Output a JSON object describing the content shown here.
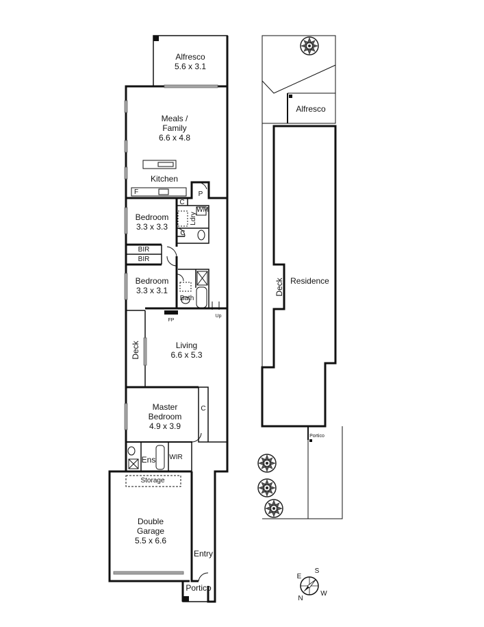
{
  "plan": {
    "rooms": {
      "alfresco": {
        "title": "Alfresco",
        "dims": "5.6 x 3.1"
      },
      "meals": {
        "title_1": "Meals /",
        "title_2": "Family",
        "dims": "6.6 x 4.8"
      },
      "kitchen": {
        "title": "Kitchen"
      },
      "fridge": {
        "title": "F"
      },
      "pantry": {
        "title": "P"
      },
      "cupboard_1": {
        "title": "C"
      },
      "cupboard_2": {
        "title": "C"
      },
      "wm": {
        "title": "WM"
      },
      "laundry": {
        "title": "Ldry"
      },
      "bedroom_1": {
        "title": "Bedroom",
        "dims": "3.3 x 3.3"
      },
      "bir_1": {
        "title": "BIR"
      },
      "bir_2": {
        "title": "BIR"
      },
      "bedroom_2": {
        "title": "Bedroom",
        "dims": "3.3 x 3.1"
      },
      "bath": {
        "title": "Bath"
      },
      "fp": {
        "title": "FP"
      },
      "up": {
        "title": "Up"
      },
      "deck": {
        "title": "Deck"
      },
      "living": {
        "title": "Living",
        "dims": "6.6 x 5.3"
      },
      "master": {
        "title_1": "Master",
        "title_2": "Bedroom",
        "dims": "4.9 x 3.9"
      },
      "master_c": {
        "title": "C"
      },
      "ens": {
        "title": "Ens"
      },
      "wir": {
        "title": "WIR"
      },
      "storage": {
        "title": "Storage"
      },
      "garage": {
        "title_1": "Double",
        "title_2": "Garage",
        "dims": "5.5 x 6.6"
      },
      "entry": {
        "title": "Entry"
      },
      "portico": {
        "title": "Portico"
      }
    },
    "site": {
      "alfresco": {
        "title": "Alfresco"
      },
      "residence": {
        "title": "Residence"
      },
      "deck": {
        "title": "Deck"
      },
      "portico": {
        "title": "Portico"
      }
    },
    "compass": {
      "n": "N",
      "s": "S",
      "e": "E",
      "w": "W"
    },
    "colors": {
      "wall": "#111111",
      "window": "#a6a6a6",
      "tree": "#444444"
    }
  }
}
